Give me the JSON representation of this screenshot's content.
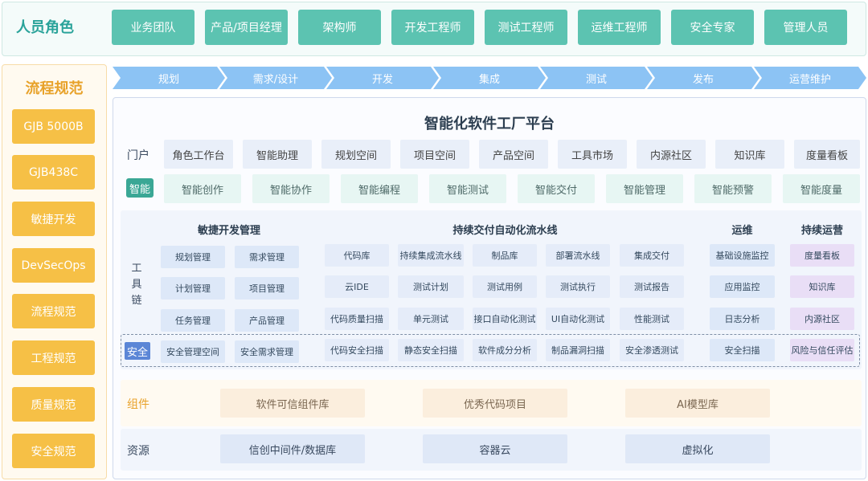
{
  "roles": {
    "title": "人员角色",
    "items": [
      "业务团队",
      "产品/项目经理",
      "架构师",
      "开发工程师",
      "测试工程师",
      "运维工程师",
      "安全专家",
      "管理人员"
    ]
  },
  "process": {
    "title": "流程规范",
    "items": [
      "GJB 5000B",
      "GJB438C",
      "敏捷开发",
      "DevSecOps",
      "流程规范",
      "工程规范",
      "质量规范",
      "安全规范"
    ]
  },
  "stages": [
    "规划",
    "需求/设计",
    "开发",
    "集成",
    "测试",
    "发布",
    "运营维护"
  ],
  "platform": {
    "title": "智能化软件工厂平台",
    "portal": {
      "label": "门户",
      "items": [
        "角色工作台",
        "智能助理",
        "规划空间",
        "项目空间",
        "产品空间",
        "工具市场",
        "内源社区",
        "知识库",
        "度量看板"
      ]
    },
    "smart": {
      "label": "智能",
      "items": [
        "智能创作",
        "智能协作",
        "智能编程",
        "智能测试",
        "智能交付",
        "智能管理",
        "智能预警",
        "智能度量"
      ]
    },
    "toolchain": {
      "label": "工具链",
      "sections": {
        "agile": "敏捷开发管理",
        "pipeline": "持续交付自动化流水线",
        "ops": "运维",
        "operation": "持续运营"
      },
      "agile": [
        [
          "规划管理",
          "需求管理"
        ],
        [
          "计划管理",
          "项目管理"
        ],
        [
          "任务管理",
          "产品管理"
        ]
      ],
      "pipeline": [
        [
          "代码库",
          "持续集成流水线",
          "制品库",
          "部署流水线",
          "集成交付"
        ],
        [
          "云IDE",
          "测试计划",
          "测试用例",
          "测试执行",
          "测试报告"
        ],
        [
          "代码质量扫描",
          "单元测试",
          "接口自动化测试",
          "UI自动化测试",
          "性能测试"
        ]
      ],
      "ops": [
        "基础设施监控",
        "应用监控",
        "日志分析"
      ],
      "operation": [
        "度量看板",
        "知识库",
        "内源社区"
      ]
    },
    "security": {
      "label": "安全",
      "agile": [
        "安全管理空间",
        "安全需求管理"
      ],
      "pipeline": [
        "代码安全扫描",
        "静态安全扫描",
        "软件成分分析",
        "制品漏洞扫描",
        "安全渗透测试"
      ],
      "ops": "安全扫描",
      "operation": "风险与信任评估"
    },
    "components": {
      "label": "组件",
      "items": [
        "软件可信组件库",
        "优秀代码项目",
        "AI模型库"
      ]
    },
    "resources": {
      "label": "资源",
      "items": [
        "信创中间件/数据库",
        "容器云",
        "虚拟化"
      ]
    }
  }
}
